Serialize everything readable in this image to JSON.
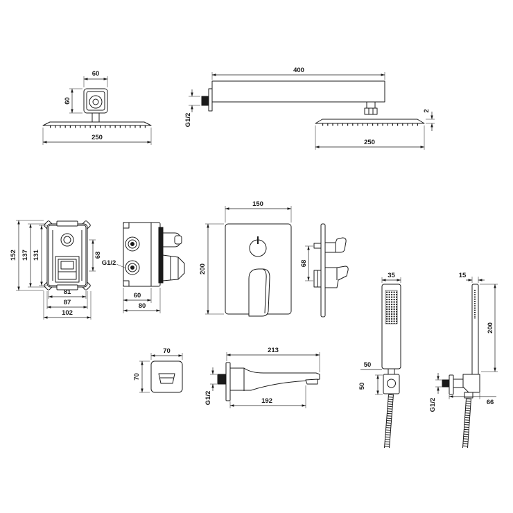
{
  "colors": {
    "line": "#1a1a1a",
    "background": "#ffffff"
  },
  "head_front": {
    "bracket_width": "60",
    "bracket_height": "60",
    "head_width": "250"
  },
  "head_side": {
    "arm_length": "400",
    "thread": "G1/2",
    "plate_thickness": "2",
    "head_width": "250"
  },
  "box_front": {
    "height_overall": "152",
    "height_box": "137",
    "height_inner": "131",
    "port_spacing": "68",
    "width_inner": "81",
    "width_box": "87",
    "width_overall": "102"
  },
  "box_side": {
    "thread": "G1/2",
    "depth_face": "60",
    "depth_overall": "80"
  },
  "cover_plate": {
    "width": "150",
    "height": "200"
  },
  "mixer_side": {
    "spacing": "68"
  },
  "hand_shower_front": {
    "width": "35",
    "holder_width": "50",
    "holder_height": "50"
  },
  "hand_shower_side": {
    "depth": "15",
    "length": "200",
    "thread": "G1/2",
    "projection": "66"
  },
  "spout_plate": {
    "width": "70",
    "height": "70"
  },
  "spout": {
    "length": "213",
    "body_length": "192",
    "thread": "G1/2"
  }
}
